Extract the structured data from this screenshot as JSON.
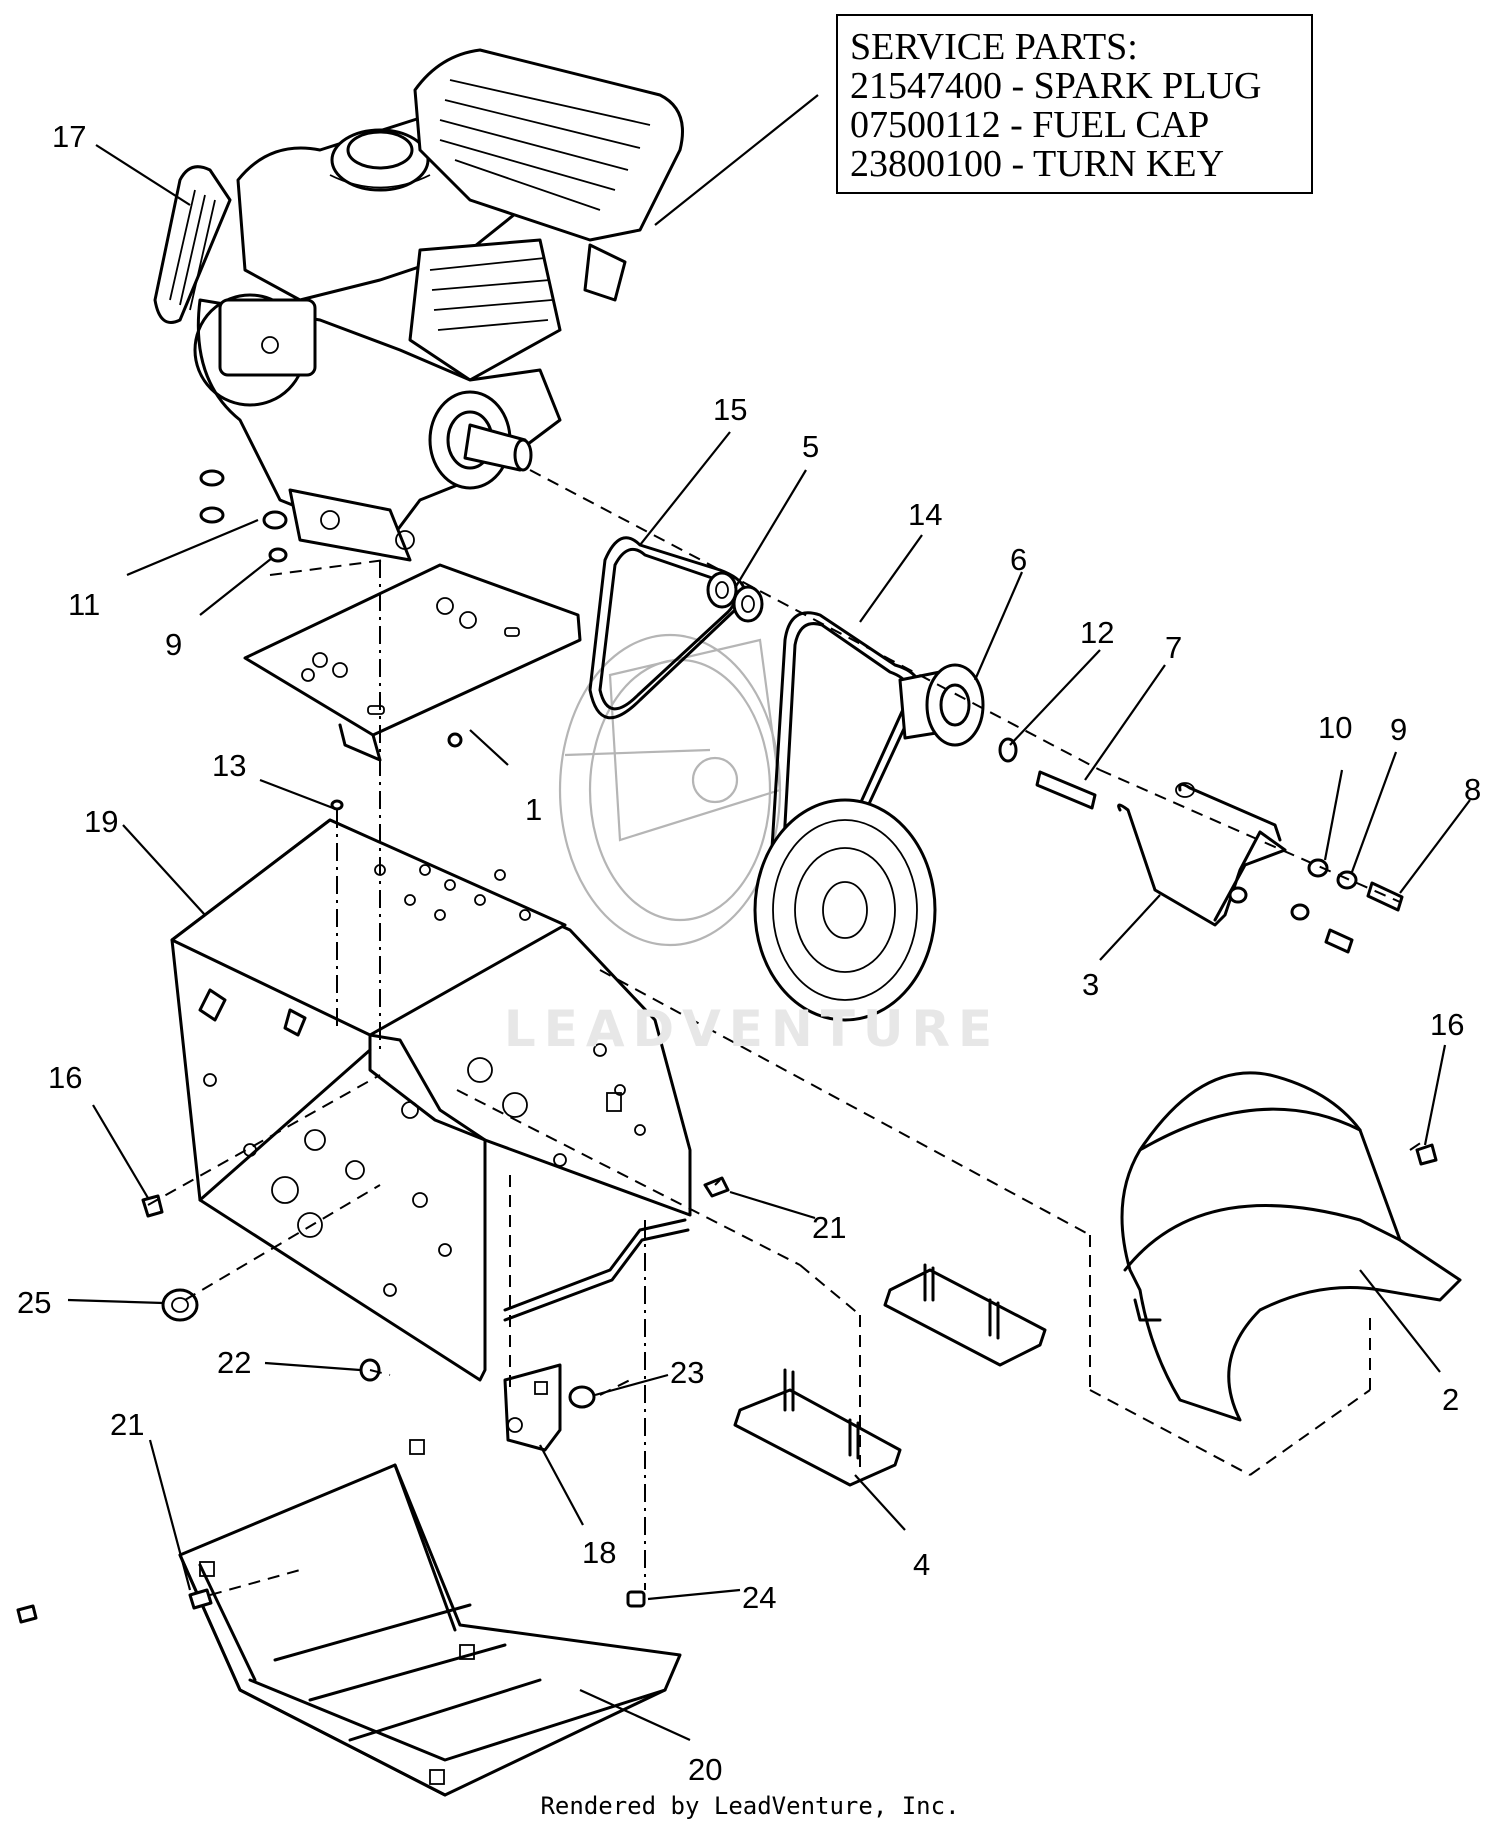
{
  "service_parts": {
    "heading": "SERVICE PARTS:",
    "items": [
      "21547400 - SPARK PLUG",
      "07500112 - FUEL CAP",
      "23800100 - TURN KEY"
    ]
  },
  "callouts": {
    "c1": "1",
    "c2": "2",
    "c3": "3",
    "c4": "4",
    "c5": "5",
    "c6": "6",
    "c7": "7",
    "c8": "8",
    "c9a": "9",
    "c9b": "9",
    "c10": "10",
    "c11": "11",
    "c12": "12",
    "c13": "13",
    "c14": "14",
    "c15": "15",
    "c16a": "16",
    "c16b": "16",
    "c17": "17",
    "c18": "18",
    "c19": "19",
    "c20": "20",
    "c21a": "21",
    "c21b": "21",
    "c22": "22",
    "c23": "23",
    "c24": "24",
    "c25": "25"
  },
  "watermark": "LEADVENTURE",
  "credit": "Rendered by LeadVenture, Inc."
}
